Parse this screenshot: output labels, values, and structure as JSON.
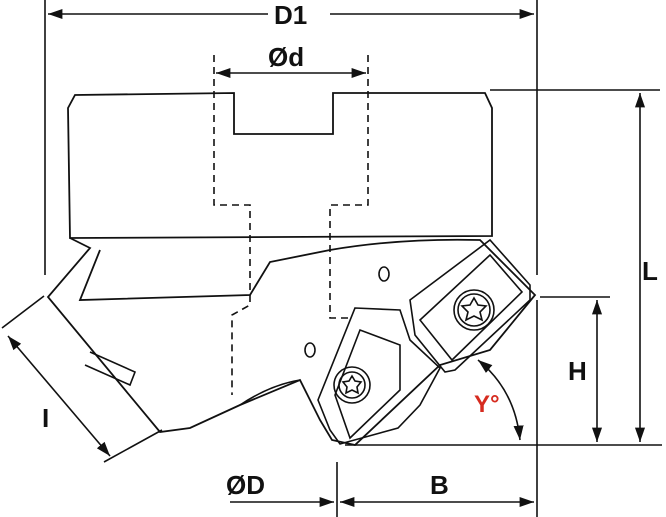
{
  "dimensions": {
    "d1": "D1",
    "bore": "Ød",
    "length": "L",
    "height": "H",
    "body_diameter": "ØD",
    "width": "B",
    "insert_length": "I",
    "angle": "Y°"
  },
  "colors": {
    "line": "#111111",
    "angle_label": "#d62b1f"
  }
}
